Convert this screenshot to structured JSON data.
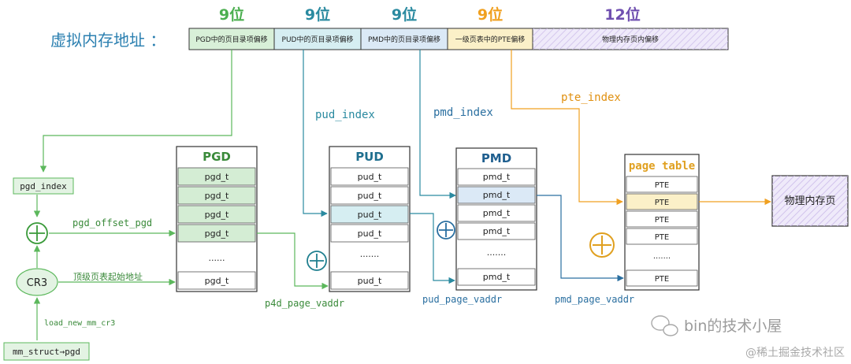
{
  "address": {
    "label": "虚拟内存地址 ：",
    "fields": [
      {
        "bits": "9位",
        "text": "PGD中的页目录项偏移",
        "fill": "#d8f0d8",
        "bitColor": "#4caf50"
      },
      {
        "bits": "9位",
        "text": "PUD中的页目录项偏移",
        "fill": "#d6eef2",
        "bitColor": "#2a8aa0"
      },
      {
        "bits": "9位",
        "text": "PMD中的页目录项偏移",
        "fill": "#dbe9f6",
        "bitColor": "#2a8aa0"
      },
      {
        "bits": "9位",
        "text": "一级页表中的PTE偏移",
        "fill": "#fbf0c8",
        "bitColor": "#f0a020"
      },
      {
        "bits": "12位",
        "text": "物理内存页内偏移",
        "fill": "#e6e0f5",
        "bitColor": "#7050b0"
      }
    ]
  },
  "labels": {
    "pud_index": "pud_index",
    "pmd_index": "pmd_index",
    "pte_index": "pte_index",
    "pgd_index": "pgd_index",
    "pgd_offset_pgd": "pgd_offset_pgd",
    "top_level_addr": "顶级页表起始地址",
    "cr3": "CR3",
    "load_new_mm_cr3": "load_new_mm_cr3",
    "mm_struct": "mm_struct→pgd",
    "p4d_page_vaddr": "p4d_page_vaddr",
    "pud_page_vaddr": "pud_page_vaddr",
    "pmd_page_vaddr": "pmd_page_vaddr",
    "physical_page": "物理内存页",
    "plus": "+"
  },
  "tables": {
    "pgd": {
      "title": "PGD",
      "rows": [
        "pgd_t",
        "pgd_t",
        "pgd_t",
        "pgd_t",
        "......",
        "pgd_t"
      ],
      "color": "#3a8a3a"
    },
    "pud": {
      "title": "PUD",
      "rows": [
        "pud_t",
        "pud_t",
        "pud_t",
        "pud_t",
        ".......",
        "pud_t"
      ],
      "color": "#1f6f8f"
    },
    "pmd": {
      "title": "PMD",
      "rows": [
        "pmd_t",
        "pmd_t",
        "pmd_t",
        "pmd_t",
        ".......",
        "pmd_t"
      ],
      "color": "#1f5f8f"
    },
    "pte": {
      "title": "page table",
      "rows": [
        "PTE",
        "PTE",
        "PTE",
        "PTE",
        ".......",
        "PTE"
      ],
      "color": "#e0a020"
    }
  },
  "watermark": {
    "brand": "bin的技术小屋",
    "site": "@稀土掘金技术社区"
  },
  "colors": {
    "green": "#5cb85c",
    "teal": "#2a8aa0",
    "blue": "#2a6fa0",
    "orange": "#f0a020",
    "purple": "#7050b0"
  }
}
